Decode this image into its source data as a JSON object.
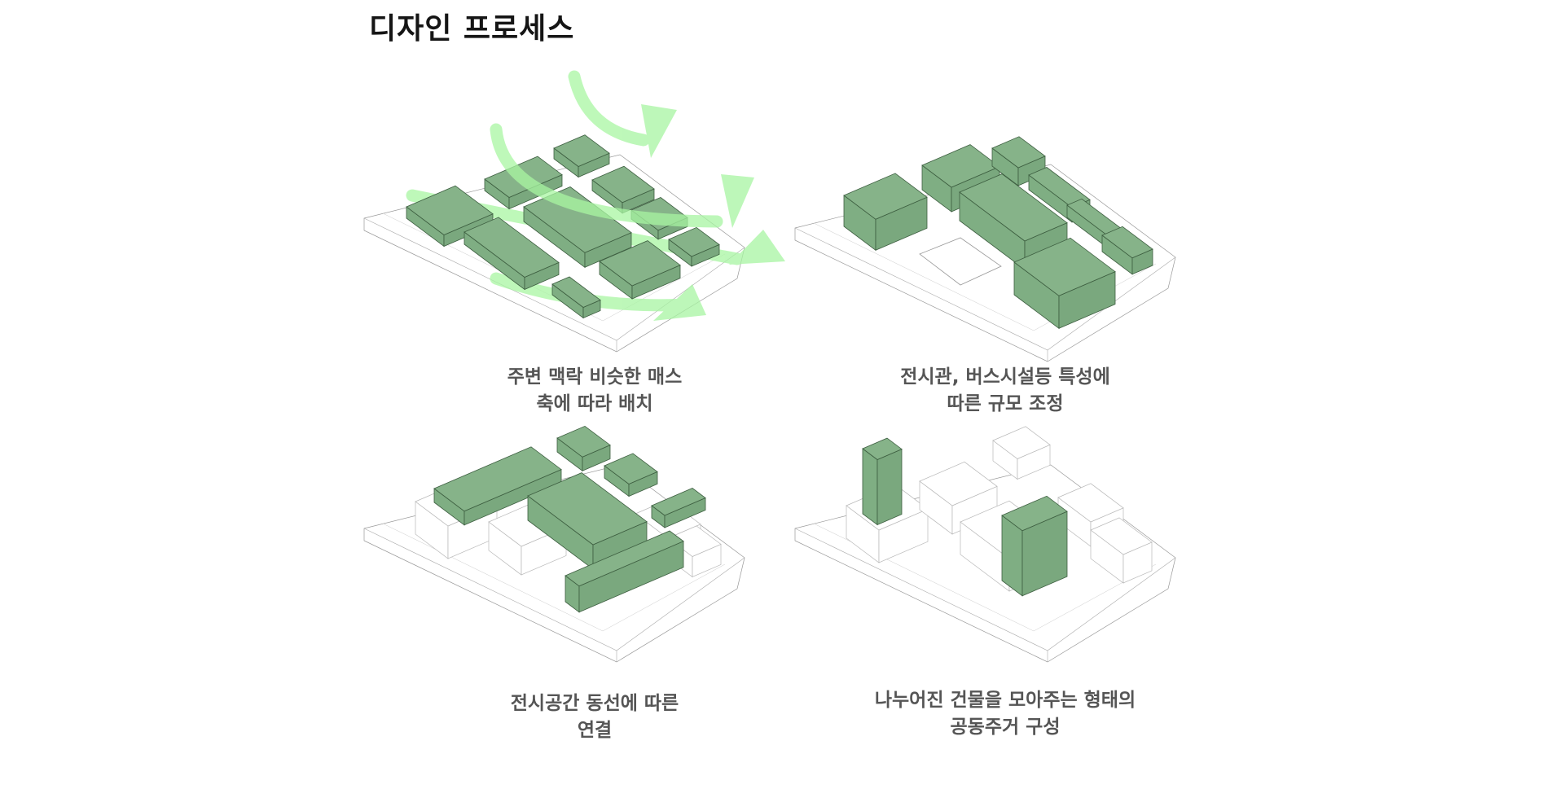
{
  "page": {
    "title": "디자인 프로세스"
  },
  "colors": {
    "mass_green": "#86b389",
    "wind_green": "#a8f5a2",
    "caption_gray": "#555555"
  },
  "steps": [
    {
      "caption": [
        "주변 맥락 비슷한 매스",
        "축에 따라 배치"
      ]
    },
    {
      "caption": [
        "전시관, 버스시설등 특성에",
        "따른 규모 조정"
      ]
    },
    {
      "caption": [
        "전시공간 동선에 따른",
        "연결"
      ]
    },
    {
      "caption": [
        "나누어진 건물을 모아주는 형태의",
        "공동주거 구성"
      ]
    }
  ]
}
